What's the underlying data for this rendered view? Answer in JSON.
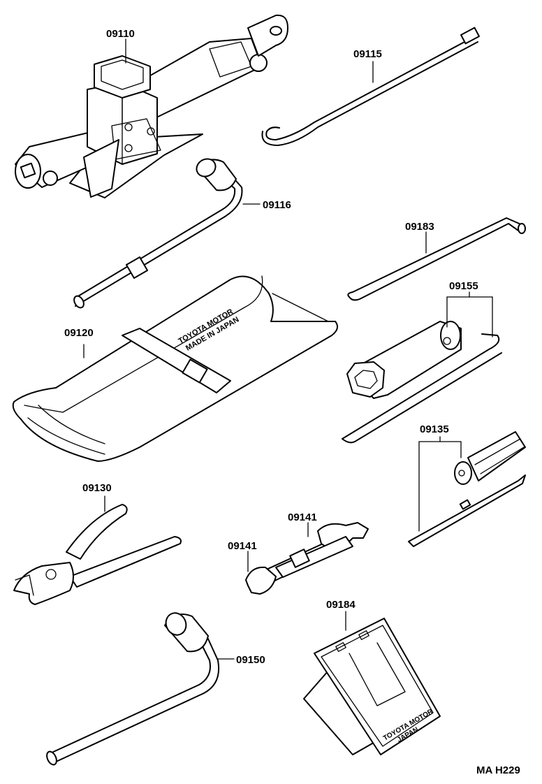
{
  "diagram": {
    "reference": "MA H229",
    "parts": [
      {
        "id": "jack",
        "number": "09110"
      },
      {
        "id": "jack-handle-hook",
        "number": "09115"
      },
      {
        "id": "wheel-nut-wrench-small",
        "number": "09116"
      },
      {
        "id": "tool-bag",
        "number": "09120"
      },
      {
        "id": "jack-handle-rod",
        "number": "09183"
      },
      {
        "id": "spark-plug-wrench",
        "number": "09155"
      },
      {
        "id": "screwdriver",
        "number": "09135"
      },
      {
        "id": "pliers",
        "number": "09130"
      },
      {
        "id": "open-wrench-upper",
        "number": "09141"
      },
      {
        "id": "open-wrench-lower",
        "number": "09141"
      },
      {
        "id": "wheel-nut-wrench-large",
        "number": "09150"
      },
      {
        "id": "wheel-chock",
        "number": "09184"
      }
    ],
    "bag_stamp": [
      "TOYOTA MOTOR",
      "MADE IN JAPAN"
    ],
    "chock_stamp": [
      "TOYOTA MOTOR",
      "JAPAN"
    ]
  }
}
